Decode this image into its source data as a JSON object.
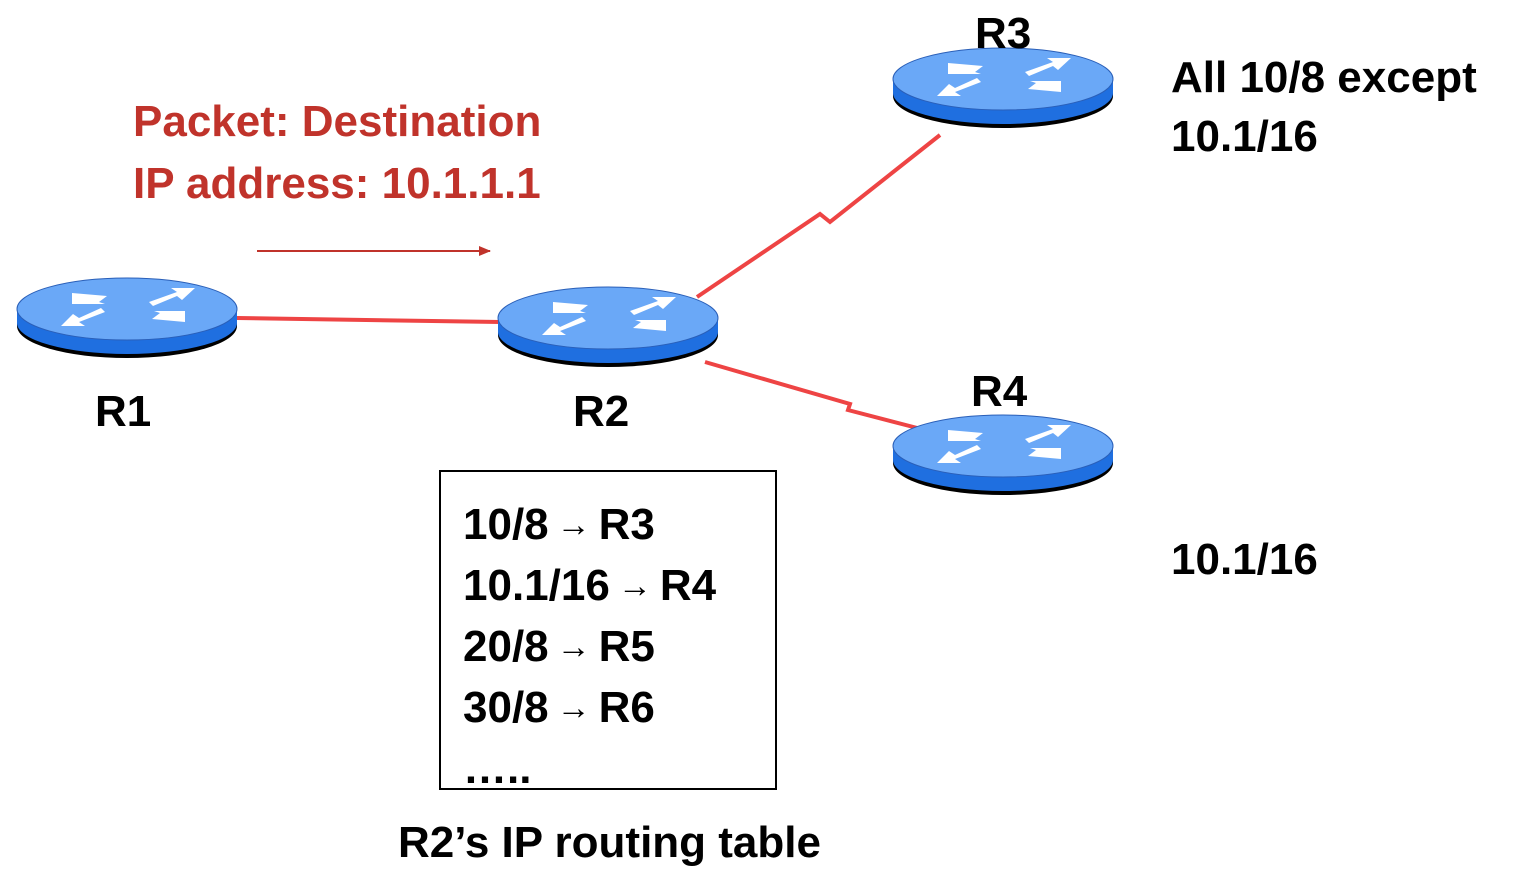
{
  "packet": {
    "line1": "Packet: Destination",
    "line2": "IP address: 10.1.1.1"
  },
  "routers": {
    "r1": "R1",
    "r2": "R2",
    "r3": "R3",
    "r4": "R4"
  },
  "r3_note": {
    "line1": "All 10/8 except",
    "line2": "10.1/16"
  },
  "r4_note": "10.1/16",
  "routing_table": {
    "caption": "R2’s IP routing table",
    "arrow": "→",
    "entries": [
      {
        "prefix": "10/8",
        "next_hop": "R3"
      },
      {
        "prefix": "10.1/16",
        "next_hop": "R4"
      },
      {
        "prefix": "20/8",
        "next_hop": "R5"
      },
      {
        "prefix": "30/8",
        "next_hop": "R6"
      }
    ],
    "more": "….."
  },
  "colors": {
    "link": "#ee4444",
    "packet_text": "#c0332b",
    "arrow": "#c0332b",
    "router_top": "#6aa8f7",
    "router_side": "#1f6fe0",
    "router_symbol": "#ffffff"
  }
}
